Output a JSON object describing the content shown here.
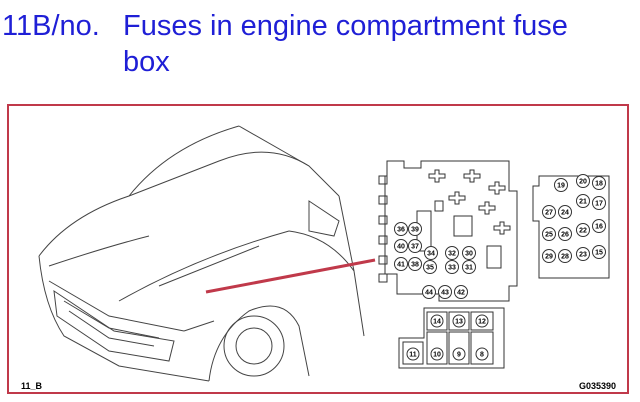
{
  "title": {
    "number": "11B/no.",
    "line1": "Fuses in engine compartment fuse",
    "line2": "box"
  },
  "captions": {
    "left": "11_B",
    "right": "G035390"
  },
  "fuses": {
    "left_box": [
      "36",
      "39",
      "40",
      "37",
      "41",
      "38",
      "34",
      "35",
      "32",
      "33",
      "30",
      "31",
      "44",
      "43",
      "42"
    ],
    "right_box": [
      "19",
      "20",
      "18",
      "21",
      "17",
      "27",
      "24",
      "25",
      "26",
      "22",
      "16",
      "29",
      "28",
      "23",
      "15"
    ],
    "bottom_box": [
      "14",
      "13",
      "12",
      "11",
      "10",
      "9",
      "8"
    ]
  },
  "colors": {
    "title": "#1f1fd6",
    "frame": "#c0394a",
    "pointer": "#c0394a"
  }
}
